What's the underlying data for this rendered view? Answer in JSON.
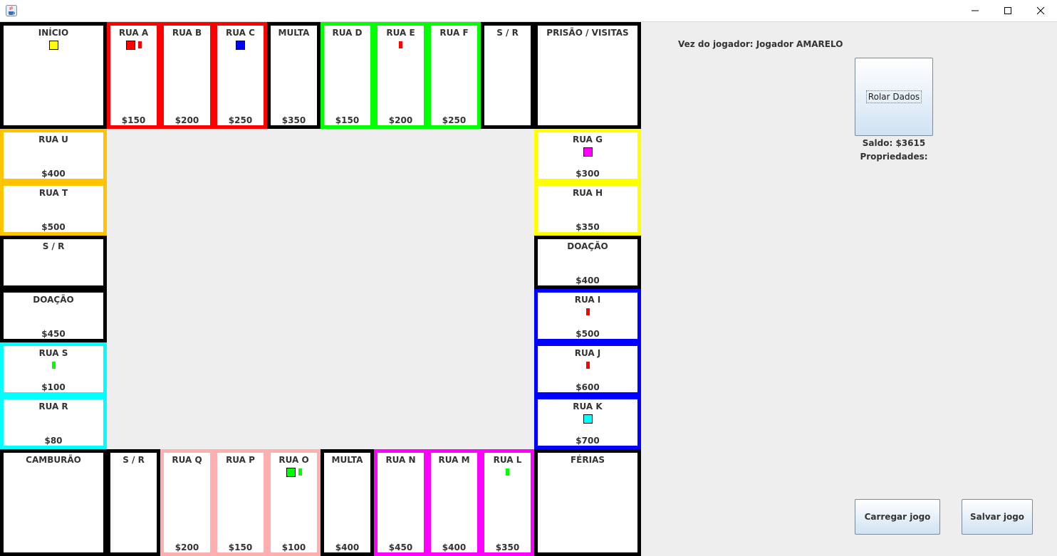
{
  "window": {
    "icon": "java-cup-icon",
    "controls": [
      "minimize-icon",
      "maximize-icon",
      "close-icon"
    ]
  },
  "colors": {
    "black": "#000000",
    "red": "#ff0000",
    "green": "#00ff00",
    "orange": "#ffc300",
    "yellow": "#ffff00",
    "cyan": "#00ffff",
    "blue": "#0000ff",
    "pink": "#ffafaf",
    "magenta": "#ff00ff"
  },
  "board": {
    "tiles": [
      {
        "name": "INÍCIO",
        "price": "",
        "color": "black",
        "pawns": [
          "#ffff00"
        ],
        "houses": []
      },
      {
        "name": "RUA A",
        "price": "$150",
        "color": "red",
        "pawns": [
          "#ff0000"
        ],
        "houses": [
          "#ff0000"
        ]
      },
      {
        "name": "RUA B",
        "price": "$200",
        "color": "red",
        "pawns": [],
        "houses": []
      },
      {
        "name": "RUA C",
        "price": "$250",
        "color": "red",
        "pawns": [
          "#0000ff"
        ],
        "houses": []
      },
      {
        "name": "MULTA",
        "price": "$350",
        "color": "black",
        "pawns": [],
        "houses": []
      },
      {
        "name": "RUA D",
        "price": "$150",
        "color": "green",
        "pawns": [],
        "houses": []
      },
      {
        "name": "RUA E",
        "price": "$200",
        "color": "green",
        "pawns": [],
        "houses": [
          "#ff0000"
        ]
      },
      {
        "name": "RUA F",
        "price": "$250",
        "color": "green",
        "pawns": [],
        "houses": []
      },
      {
        "name": "S / R",
        "price": "",
        "color": "black",
        "pawns": [],
        "houses": []
      },
      {
        "name": "PRISÃO / VISITAS",
        "price": "",
        "color": "black",
        "pawns": [],
        "houses": []
      },
      {
        "name": "RUA U",
        "price": "$400",
        "color": "orange",
        "pawns": [],
        "houses": []
      },
      {
        "name": "RUA T",
        "price": "$500",
        "color": "orange",
        "pawns": [],
        "houses": []
      },
      {
        "name": "S / R",
        "price": "",
        "color": "black",
        "pawns": [],
        "houses": []
      },
      {
        "name": "DOAÇÃO",
        "price": "$450",
        "color": "black",
        "pawns": [],
        "houses": []
      },
      {
        "name": "RUA S",
        "price": "$100",
        "color": "cyan",
        "pawns": [],
        "houses": [
          "#00ff00"
        ]
      },
      {
        "name": "RUA R",
        "price": "$80",
        "color": "cyan",
        "pawns": [],
        "houses": []
      },
      {
        "name": "RUA G",
        "price": "$300",
        "color": "yellow",
        "pawns": [
          "#ff00ff"
        ],
        "houses": []
      },
      {
        "name": "RUA H",
        "price": "$350",
        "color": "yellow",
        "pawns": [],
        "houses": []
      },
      {
        "name": "DOAÇÃO",
        "price": "$400",
        "color": "black",
        "pawns": [],
        "houses": []
      },
      {
        "name": "RUA I",
        "price": "$500",
        "color": "blue",
        "pawns": [],
        "houses": [
          "#ff0000"
        ]
      },
      {
        "name": "RUA J",
        "price": "$600",
        "color": "blue",
        "pawns": [],
        "houses": [
          "#ff0000"
        ]
      },
      {
        "name": "RUA K",
        "price": "$700",
        "color": "blue",
        "pawns": [
          "#00ffff"
        ],
        "houses": []
      },
      {
        "name": "CAMBURÃO",
        "price": "",
        "color": "black",
        "pawns": [],
        "houses": []
      },
      {
        "name": "S / R",
        "price": "",
        "color": "black",
        "pawns": [],
        "houses": []
      },
      {
        "name": "RUA Q",
        "price": "$200",
        "color": "pink",
        "pawns": [],
        "houses": []
      },
      {
        "name": "RUA P",
        "price": "$150",
        "color": "pink",
        "pawns": [],
        "houses": []
      },
      {
        "name": "RUA O",
        "price": "$100",
        "color": "pink",
        "pawns": [
          "#00ff00"
        ],
        "houses": [
          "#00ff00"
        ]
      },
      {
        "name": "MULTA",
        "price": "$400",
        "color": "black",
        "pawns": [],
        "houses": []
      },
      {
        "name": "RUA N",
        "price": "$450",
        "color": "magenta",
        "pawns": [],
        "houses": []
      },
      {
        "name": "RUA M",
        "price": "$400",
        "color": "magenta",
        "pawns": [],
        "houses": []
      },
      {
        "name": "RUA L",
        "price": "$350",
        "color": "magenta",
        "pawns": [],
        "houses": [
          "#00ff00"
        ]
      },
      {
        "name": "FÉRIAS",
        "price": "",
        "color": "black",
        "pawns": [],
        "houses": []
      }
    ]
  },
  "panel": {
    "turn_text": "Vez do jogador: Jogador AMARELO",
    "roll_label": "Rolar Dados",
    "balance_text": "Saldo: $3615",
    "properties_text": "Propriedades:",
    "load_label": "Carregar jogo",
    "save_label": "Salvar jogo"
  }
}
